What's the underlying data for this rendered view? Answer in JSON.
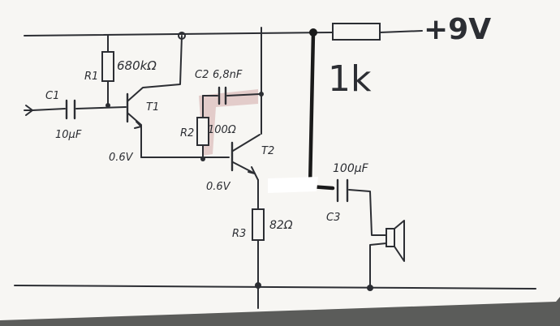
{
  "supply_label": "+9V",
  "series_resistor_label": "1k",
  "r1": {
    "name": "R1",
    "value": "680kΩ"
  },
  "r2": {
    "name": "R2",
    "value": "100Ω"
  },
  "r3": {
    "name": "R3",
    "value": "82Ω"
  },
  "c1": {
    "name": "C1",
    "value": "10µF"
  },
  "c2": {
    "name": "C2",
    "value": "6,8nF"
  },
  "c3": {
    "name": "C3",
    "value": "100µF"
  },
  "t1": {
    "name": "T1"
  },
  "t2": {
    "name": "T2"
  },
  "voltage_t1": "0.6V",
  "voltage_t2": "0.6V",
  "colors": {
    "paper": "#f7f6f3",
    "background": "#5b5c5a",
    "ink": "#2c2e33",
    "thick_wire": "#1a1a1a",
    "highlight": "#c99a9a"
  }
}
